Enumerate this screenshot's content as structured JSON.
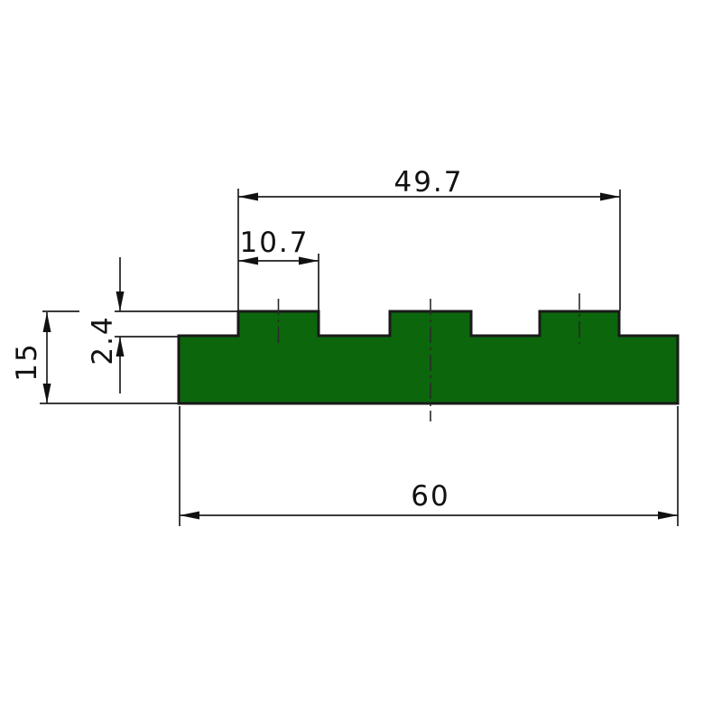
{
  "profile": {
    "fill_color": "#0c660c",
    "outline_color": "#1a1a1a"
  },
  "dimensions": {
    "teeth_span": "49.7",
    "tooth_pitch": "10.7",
    "tooth_height": "2.4",
    "total_height": "15",
    "overall_width": "60"
  }
}
